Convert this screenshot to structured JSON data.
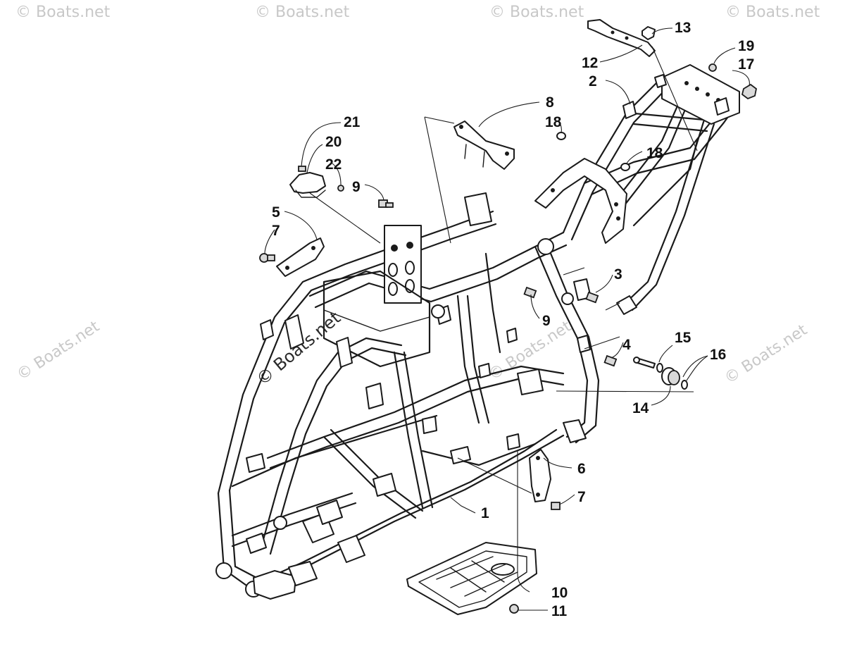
{
  "callouts": [
    {
      "id": "c1",
      "label": "1"
    },
    {
      "id": "c2",
      "label": "2"
    },
    {
      "id": "c3",
      "label": "3"
    },
    {
      "id": "c4",
      "label": "4"
    },
    {
      "id": "c5",
      "label": "5"
    },
    {
      "id": "c6",
      "label": "6"
    },
    {
      "id": "c7a",
      "label": "7"
    },
    {
      "id": "c7b",
      "label": "7"
    },
    {
      "id": "c8",
      "label": "8"
    },
    {
      "id": "c9a",
      "label": "9"
    },
    {
      "id": "c9b",
      "label": "9"
    },
    {
      "id": "c10",
      "label": "10"
    },
    {
      "id": "c11",
      "label": "11"
    },
    {
      "id": "c12",
      "label": "12"
    },
    {
      "id": "c13",
      "label": "13"
    },
    {
      "id": "c14",
      "label": "14"
    },
    {
      "id": "c15",
      "label": "15"
    },
    {
      "id": "c16",
      "label": "16"
    },
    {
      "id": "c17",
      "label": "17"
    },
    {
      "id": "c18a",
      "label": "18"
    },
    {
      "id": "c18b",
      "label": "18"
    },
    {
      "id": "c19",
      "label": "19"
    },
    {
      "id": "c20",
      "label": "20"
    },
    {
      "id": "c21",
      "label": "21"
    },
    {
      "id": "c22",
      "label": "22"
    }
  ],
  "watermark": {
    "text": "© Boats.net"
  },
  "colors": {
    "line": "#1a1a1a",
    "watermark": "#c8c8c8",
    "background": "#ffffff"
  }
}
